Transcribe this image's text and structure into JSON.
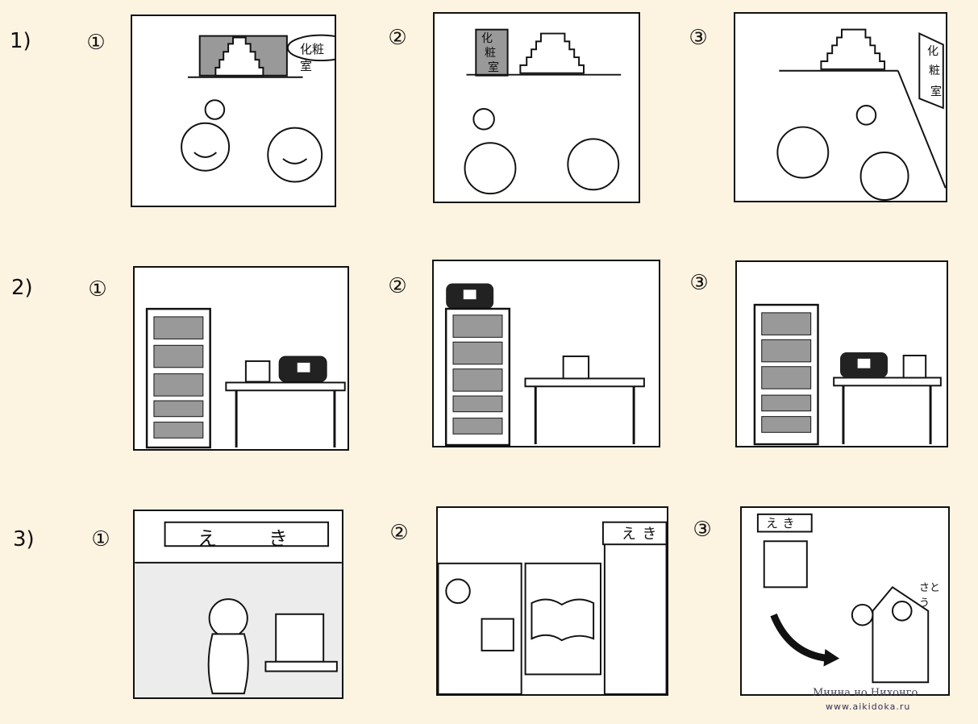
{
  "rows": [
    {
      "label": "1)",
      "options": [
        "①",
        "②",
        "③"
      ]
    },
    {
      "label": "2)",
      "options": [
        "①",
        "②",
        "③"
      ]
    },
    {
      "label": "3)",
      "options": [
        "①",
        "②",
        "③"
      ]
    }
  ],
  "signs": {
    "restroom": "化粧室",
    "restroom_vertical": [
      "化",
      "粧",
      "室"
    ],
    "station": "え　き",
    "station_short": "えき",
    "house_name": "さとう"
  },
  "watermark": {
    "title": "Минна но Нихонго",
    "url": "www.aikidoka.ru"
  }
}
